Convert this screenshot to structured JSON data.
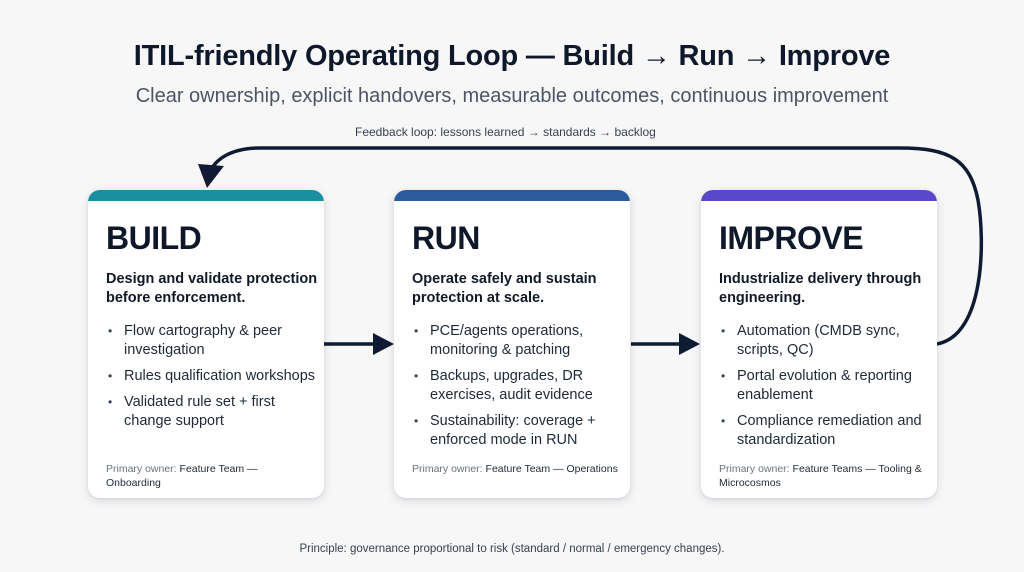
{
  "header": {
    "title": "ITIL-friendly Operating Loop — Build → Run → Improve",
    "subtitle": "Clear ownership, explicit handovers, measurable outcomes, continuous improvement"
  },
  "feedback_label": "Feedback loop: lessons learned → standards → backlog",
  "colors": {
    "build": "#1a8ea3",
    "run": "#2b5c9e",
    "improve": "#5b47c9",
    "arrow": "#0f1b33"
  },
  "cards": [
    {
      "heading": "BUILD",
      "lead": "Design and validate protection before enforcement.",
      "items": [
        "Flow cartography & peer investigation",
        "Rules qualification workshops",
        "Validated rule set + first change support"
      ],
      "owner_label": "Primary owner:",
      "owner_value": "Feature Team — Onboarding"
    },
    {
      "heading": "RUN",
      "lead": "Operate safely and sustain protection at scale.",
      "items": [
        "PCE/agents operations, monitoring & patching",
        "Backups, upgrades, DR exercises, audit evidence",
        "Sustainability: coverage + enforced mode in RUN"
      ],
      "owner_label": "Primary owner:",
      "owner_value": "Feature Team — Operations"
    },
    {
      "heading": "IMPROVE",
      "lead": "Industrialize delivery through engineering.",
      "items": [
        "Automation (CMDB sync, scripts, QC)",
        "Portal evolution & reporting enablement",
        "Compliance remediation and standardization"
      ],
      "owner_label": "Primary owner:",
      "owner_value": "Feature Teams — Tooling & Microcosmos"
    }
  ],
  "principle": "Principle: governance proportional to risk (standard / normal / emergency changes)."
}
